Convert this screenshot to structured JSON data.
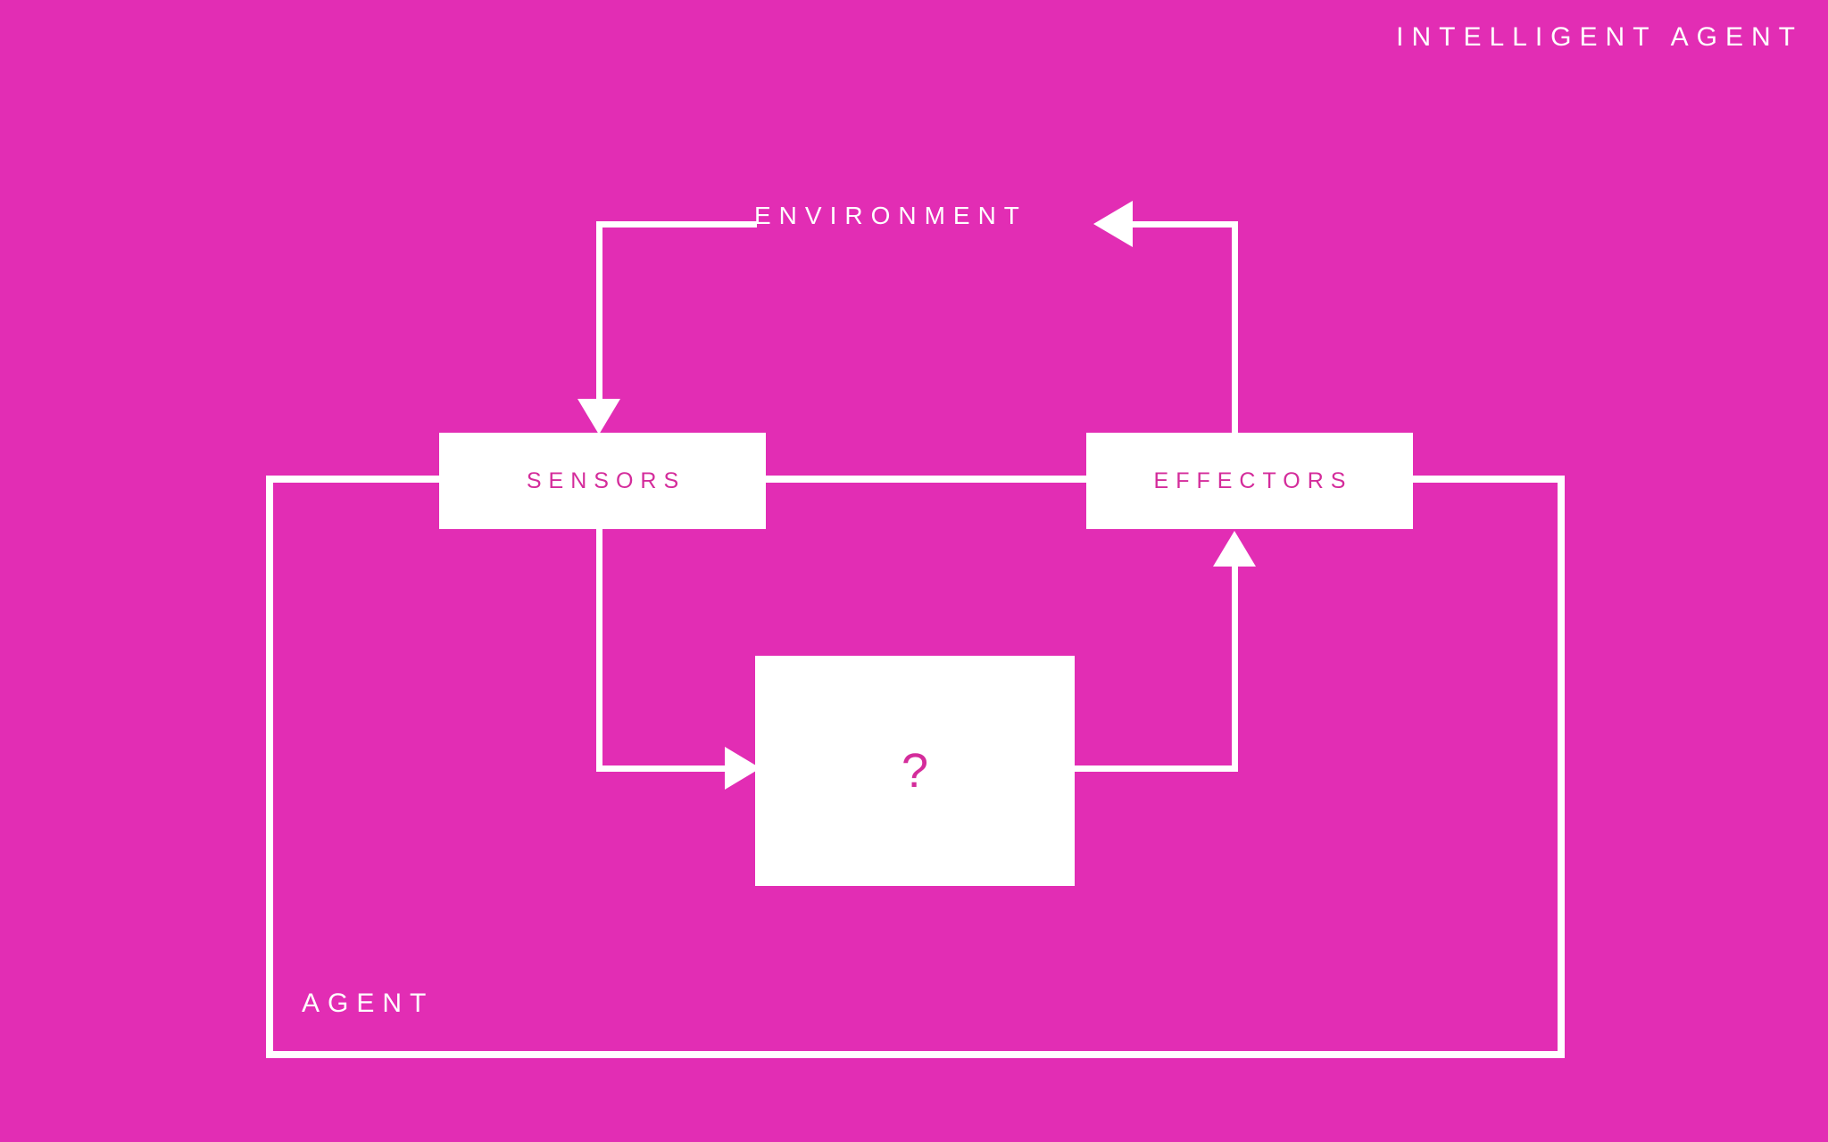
{
  "meta": {
    "background_color": "#E22DB4",
    "line_color": "#FFFFFF",
    "box_fill": "#FFFFFF",
    "box_text_color": "#D42C9B"
  },
  "header": {
    "title": "INTELLIGENT AGENT"
  },
  "diagram": {
    "environment_label": "ENVIRONMENT",
    "agent_label": "AGENT",
    "nodes": [
      {
        "id": "sensors",
        "label": "SENSORS"
      },
      {
        "id": "effectors",
        "label": "EFFECTORS"
      },
      {
        "id": "brain",
        "label": "?"
      }
    ],
    "edges": [
      {
        "from": "environment",
        "to": "sensors",
        "arrow": "down"
      },
      {
        "from": "sensors",
        "to": "brain",
        "arrow": "right"
      },
      {
        "from": "brain",
        "to": "effectors",
        "arrow": "up"
      },
      {
        "from": "effectors",
        "to": "environment",
        "arrow": "left"
      }
    ]
  }
}
